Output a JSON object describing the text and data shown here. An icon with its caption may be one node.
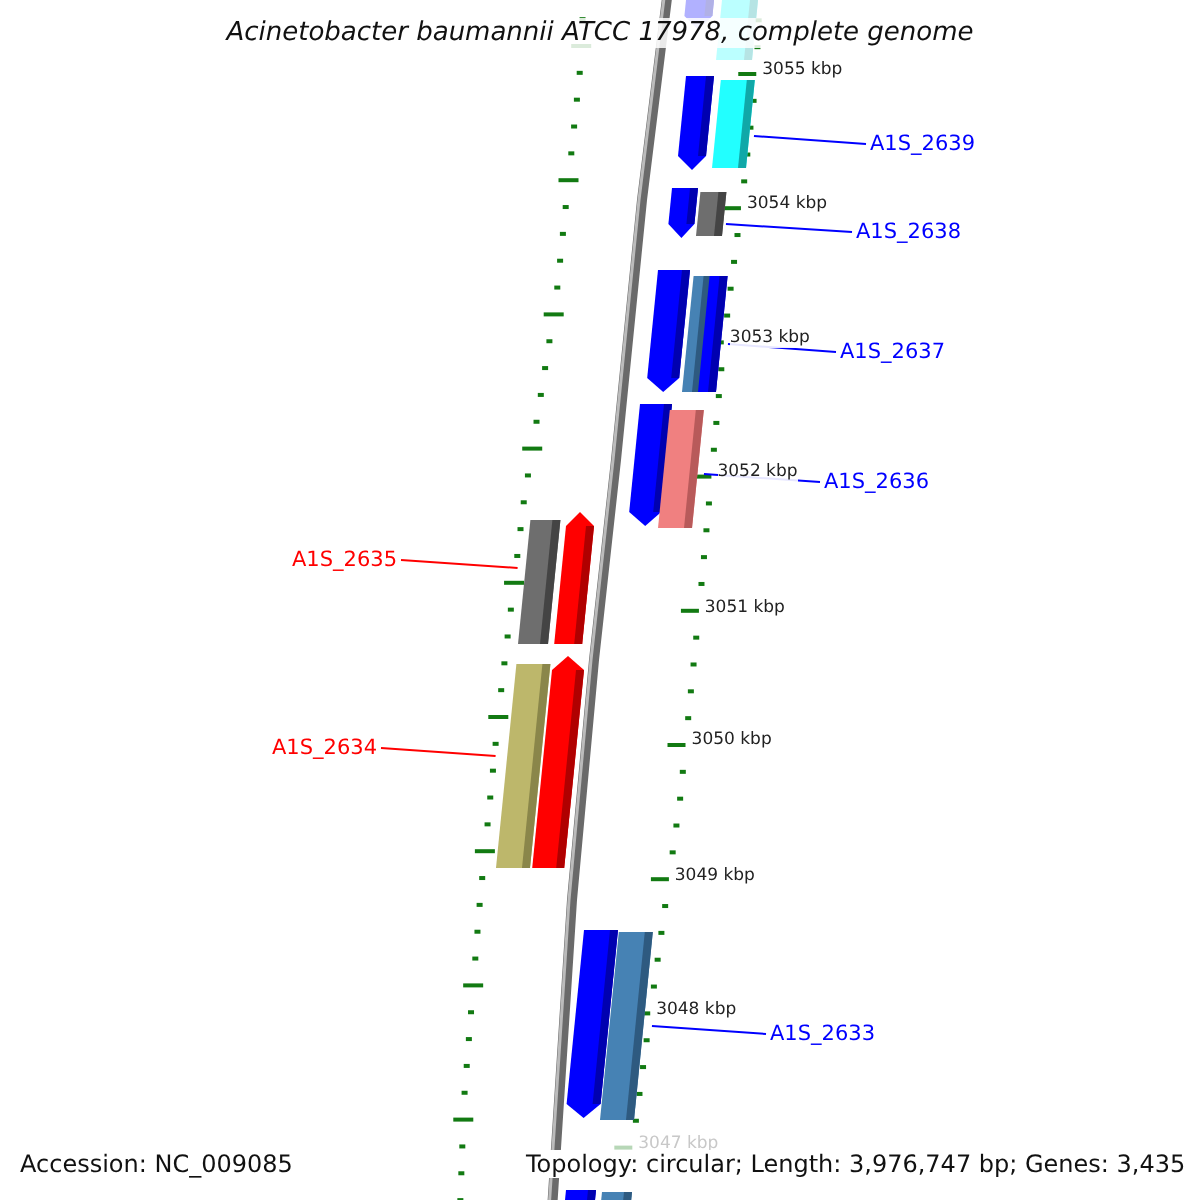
{
  "diagram": {
    "title": "Acinetobacter baumannii ATCC 17978, complete genome",
    "nodes": [
      {
        "text": [
          "A1S_2639"
        ]
      },
      {
        "text": [],
        "shape": "bar"
      },
      {
        "text": [
          "A1S_2638"
        ]
      },
      {
        "text": [],
        "shape": "bar"
      },
      {
        "text": [
          "A1S_2637"
        ]
      },
      {
        "text": [],
        "shape": "bar"
      },
      {
        "text": [
          "A1S_2636"
        ]
      },
      {
        "text": [],
        "shape": "bar"
      },
      {
        "text": [
          "A1S_2635"
        ]
      },
      {
        "text": [],
        "shape": "bar"
      },
      {
        "text": [
          "A1S_2634"
        ]
      },
      {
        "text": [],
        "shape": "bar"
      },
      {
        "text": [
          "A1S_2633"
        ]
      },
      {
        "text": [],
        "shape": "bar"
      }
    ],
    "edges": [
      {
        "from": 0,
        "to": 1,
        "arrow": "none"
      },
      {
        "from": 2,
        "to": 3,
        "arrow": "none"
      },
      {
        "from": 4,
        "to": 5,
        "arrow": "none"
      },
      {
        "from": 6,
        "to": 7,
        "arrow": "none"
      },
      {
        "from": 8,
        "to": 9,
        "arrow": "none",
        "color": "#ff0000"
      },
      {
        "from": 10,
        "to": 11,
        "arrow": "none",
        "color": "#ff0000"
      },
      {
        "from": 12,
        "to": 13,
        "arrow": "none"
      }
    ],
    "labels": [
      "3055 kbp",
      "3054 kbp",
      "3053 kbp",
      "3052 kbp",
      "3051 kbp",
      "3050 kbp",
      "3049 kbp",
      "3048 kbp",
      "3047 kbp",
      "Accession: NC_009085",
      "Topology: circular; Length: 3,976,747 bp; Genes: 3,435"
    ]
  }
}
